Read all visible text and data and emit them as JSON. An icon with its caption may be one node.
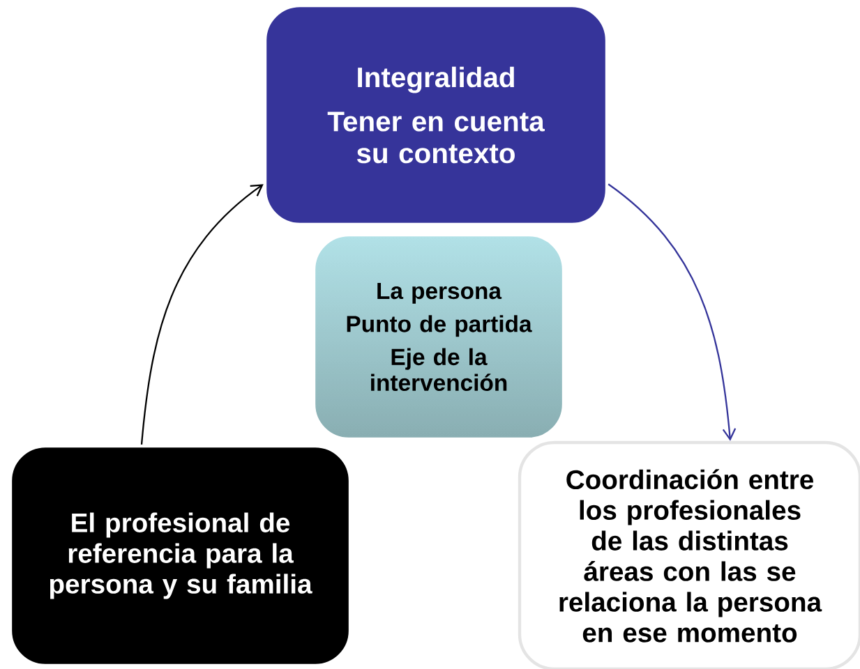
{
  "diagram": {
    "nodes": [
      {
        "text": [
          "Integralidad",
          "Tener en cuenta su contexto"
        ]
      },
      {
        "text": [
          "La persona",
          "Punto de partida",
          "Eje de la intervención"
        ]
      },
      {
        "text": [
          "El profesional de referencia para la persona y su familia"
        ]
      },
      {
        "text": [
          "Coordinación entre los profesionales de las distintas áreas con las se relaciona la persona en ese momento"
        ]
      }
    ],
    "edges": [
      {
        "from": 2,
        "to": 0,
        "arrow": "to",
        "color": "#000000"
      },
      {
        "from": 0,
        "to": 3,
        "arrow": "to",
        "color": "#34349a"
      }
    ]
  }
}
